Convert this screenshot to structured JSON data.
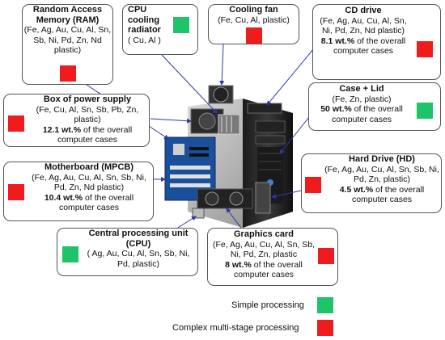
{
  "colors": {
    "simple": "#1fc46a",
    "complex": "#ee1c1c",
    "arrow": "#2b3aa0"
  },
  "components": {
    "ram": {
      "title": "Random Access Memory (RAM)",
      "materials": "(Fe, Ag, Au, Cu, Al, Sn, Sb, Ni, Pd, Zn, Nd plastic)",
      "processing": "complex"
    },
    "cpu_radiator": {
      "title": "CPU cooling radiator",
      "materials": "( Cu, Al )",
      "processing": "simple"
    },
    "cooling_fan": {
      "title": "Cooling fan",
      "materials": "(Fe, Cu, Al, plastic)",
      "processing": "complex"
    },
    "cd_drive": {
      "title": "CD drive",
      "materials": "(Fe, Ag, Au, Cu, Al, Sn, Ni, Pd, Zn, Nd plastic)",
      "share": "8.1 wt.%",
      "share_text": "of the overall computer cases",
      "processing": "complex"
    },
    "case_lid": {
      "title": "Case + Lid",
      "materials": "(Fe, Zn, plastic)",
      "share": "50 wt.%",
      "share_text": "of the overall computer cases",
      "processing": "simple"
    },
    "power_supply": {
      "title": "Box of power supply",
      "materials": "(Fe, Cu, Al, Sn, Sb, Pb, Zn, plastic)",
      "share": "12.1 wt.%",
      "share_text": "of the overall computer cases",
      "processing": "complex"
    },
    "motherboard": {
      "title": "Motherboard (MPCB)",
      "materials": "(Fe, Ag, Au, Cu, Al, Sn, Sb, Ni, Pd, Zn, Nd plastic)",
      "share": "10.4 wt.%",
      "share_text": "of the overall computer cases",
      "processing": "complex"
    },
    "hard_drive": {
      "title": "Hard Drive (HD)",
      "materials": "(Fe, Ag, Au, Cu, Al, Sn, Sb, Ni, Pd, Zn, plastic)",
      "share": "4.5 wt.%",
      "share_text": "of the overall computer cases",
      "processing": "complex"
    },
    "cpu": {
      "title": "Central processing unit (CPU)",
      "materials": "( Ag, Au, Cu, Al, Sn, Sb, Ni, Pd, plastic)",
      "processing": "simple"
    },
    "graphics_card": {
      "title": "Graphics card",
      "materials": "(Fe, Ag, Au, Cu, Al, Sn, Sb, Ni, Pd, Zn, plastic",
      "share": "8 wt.%",
      "share_text": "of the overall computer cases",
      "processing": "complex"
    }
  },
  "legend": {
    "simple": "Simple processing",
    "complex": "Complex multi-stage processing"
  }
}
